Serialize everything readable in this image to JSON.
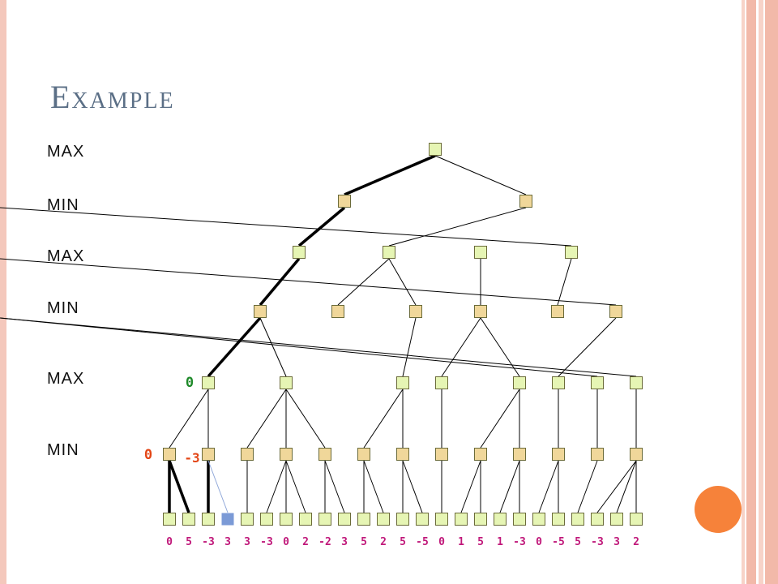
{
  "title": "Example",
  "levels": [
    "MAX",
    "MIN",
    "MAX",
    "MIN",
    "MAX",
    "MIN"
  ],
  "colors": {
    "max_node": "#e6f5b4",
    "min_node": "#f0d79a",
    "pruned_leaf": "#7b9ad6",
    "leaf_value": "#c0187a",
    "max_annotation": "#1f8a2a",
    "min_annotation": "#e34616",
    "edge": "#000000",
    "pruned_edge": "#8ea6d8",
    "accent_circle": "#f6823a"
  },
  "leaf_values": [
    "0",
    "5",
    "-3",
    "3",
    "3",
    "-3",
    "0",
    "2",
    "-2",
    "3",
    "5",
    "2",
    "5",
    "-5",
    "0",
    "1",
    "5",
    "1",
    "-3",
    "0",
    "-5",
    "5",
    "-3",
    "3",
    "2"
  ],
  "annotations": [
    {
      "text": "0",
      "type": "max"
    },
    {
      "text": "0",
      "type": "min"
    },
    {
      "text": "-3",
      "type": "min"
    }
  ]
}
